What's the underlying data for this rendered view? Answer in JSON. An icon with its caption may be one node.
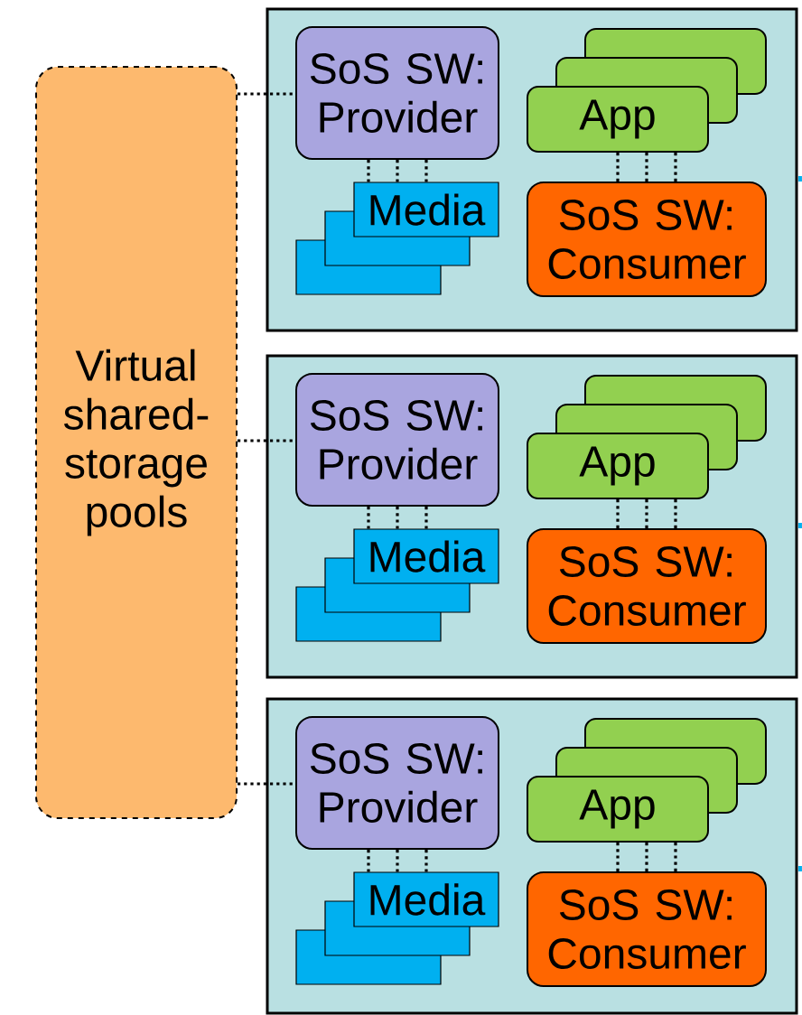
{
  "diagram": {
    "nodes": [
      {
        "text": [
          "Virtual shared-storage pools"
        ]
      },
      {
        "text": [],
        "shape": "box"
      },
      {
        "text": [
          "SoS SW: Provider"
        ],
        "in": 1
      },
      {
        "text": [
          "Media"
        ],
        "in": 1
      },
      {
        "text": [
          "App"
        ],
        "in": 1
      },
      {
        "text": [
          "SoS SW: Consumer"
        ],
        "in": 1
      },
      {
        "text": [],
        "shape": "box"
      },
      {
        "text": [
          "SoS SW: Provider"
        ],
        "in": 6
      },
      {
        "text": [
          "Media"
        ],
        "in": 6
      },
      {
        "text": [
          "App"
        ],
        "in": 6
      },
      {
        "text": [
          "SoS SW: Consumer"
        ],
        "in": 6
      },
      {
        "text": [],
        "shape": "box"
      },
      {
        "text": [
          "SoS SW: Provider"
        ],
        "in": 11
      },
      {
        "text": [
          "Media"
        ],
        "in": 11
      },
      {
        "text": [
          "App"
        ],
        "in": 11
      },
      {
        "text": [
          "SoS SW: Consumer"
        ],
        "in": 11
      }
    ],
    "edges": [
      {
        "from": 0,
        "to": 2,
        "arrow": "none"
      },
      {
        "from": 2,
        "to": 3,
        "arrow": "none"
      },
      {
        "from": 2,
        "to": 3,
        "arrow": "none"
      },
      {
        "from": 2,
        "to": 3,
        "arrow": "none"
      },
      {
        "from": 4,
        "to": 5,
        "arrow": "none"
      },
      {
        "from": 4,
        "to": 5,
        "arrow": "none"
      },
      {
        "from": 4,
        "to": 5,
        "arrow": "none"
      },
      {
        "from": 0,
        "to": 7,
        "arrow": "none"
      },
      {
        "from": 7,
        "to": 8,
        "arrow": "none"
      },
      {
        "from": 7,
        "to": 8,
        "arrow": "none"
      },
      {
        "from": 7,
        "to": 8,
        "arrow": "none"
      },
      {
        "from": 9,
        "to": 10,
        "arrow": "none"
      },
      {
        "from": 9,
        "to": 10,
        "arrow": "none"
      },
      {
        "from": 9,
        "to": 10,
        "arrow": "none"
      },
      {
        "from": 0,
        "to": 12,
        "arrow": "none"
      },
      {
        "from": 12,
        "to": 13,
        "arrow": "none"
      },
      {
        "from": 12,
        "to": 13,
        "arrow": "none"
      },
      {
        "from": 12,
        "to": 13,
        "arrow": "none"
      },
      {
        "from": 14,
        "to": 15,
        "arrow": "none"
      },
      {
        "from": 14,
        "to": 15,
        "arrow": "none"
      },
      {
        "from": 14,
        "to": 15,
        "arrow": "none"
      }
    ]
  }
}
